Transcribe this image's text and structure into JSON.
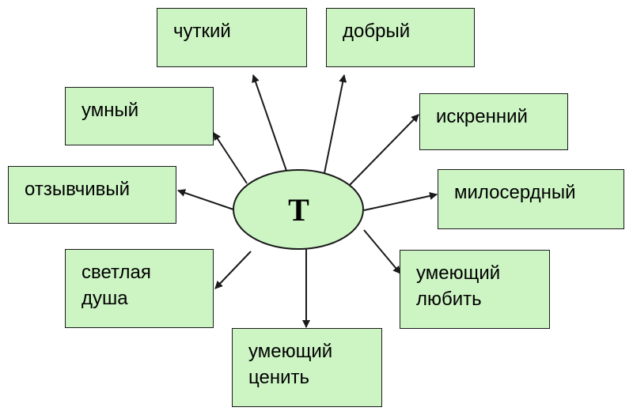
{
  "center": {
    "label": "Т"
  },
  "nodes": {
    "chutkiy": "чуткий",
    "dobryy": "добрый",
    "umnyy": "умный",
    "iskrenniy": "искренний",
    "otzyvchivyy": "отзывчивый",
    "miloserdnyy": "милосердный",
    "svetlaya_dusha": [
      "светлая",
      "душа"
    ],
    "umeyushchiy_lyubit": [
      "умеющий",
      "любить"
    ],
    "umeyushchiy_tsenit": [
      "умеющий",
      "ценить"
    ]
  },
  "colors": {
    "box_fill": "#cdf5c4",
    "ellipse_fill": "#cdf5c4",
    "stroke": "#1a1a1a"
  }
}
